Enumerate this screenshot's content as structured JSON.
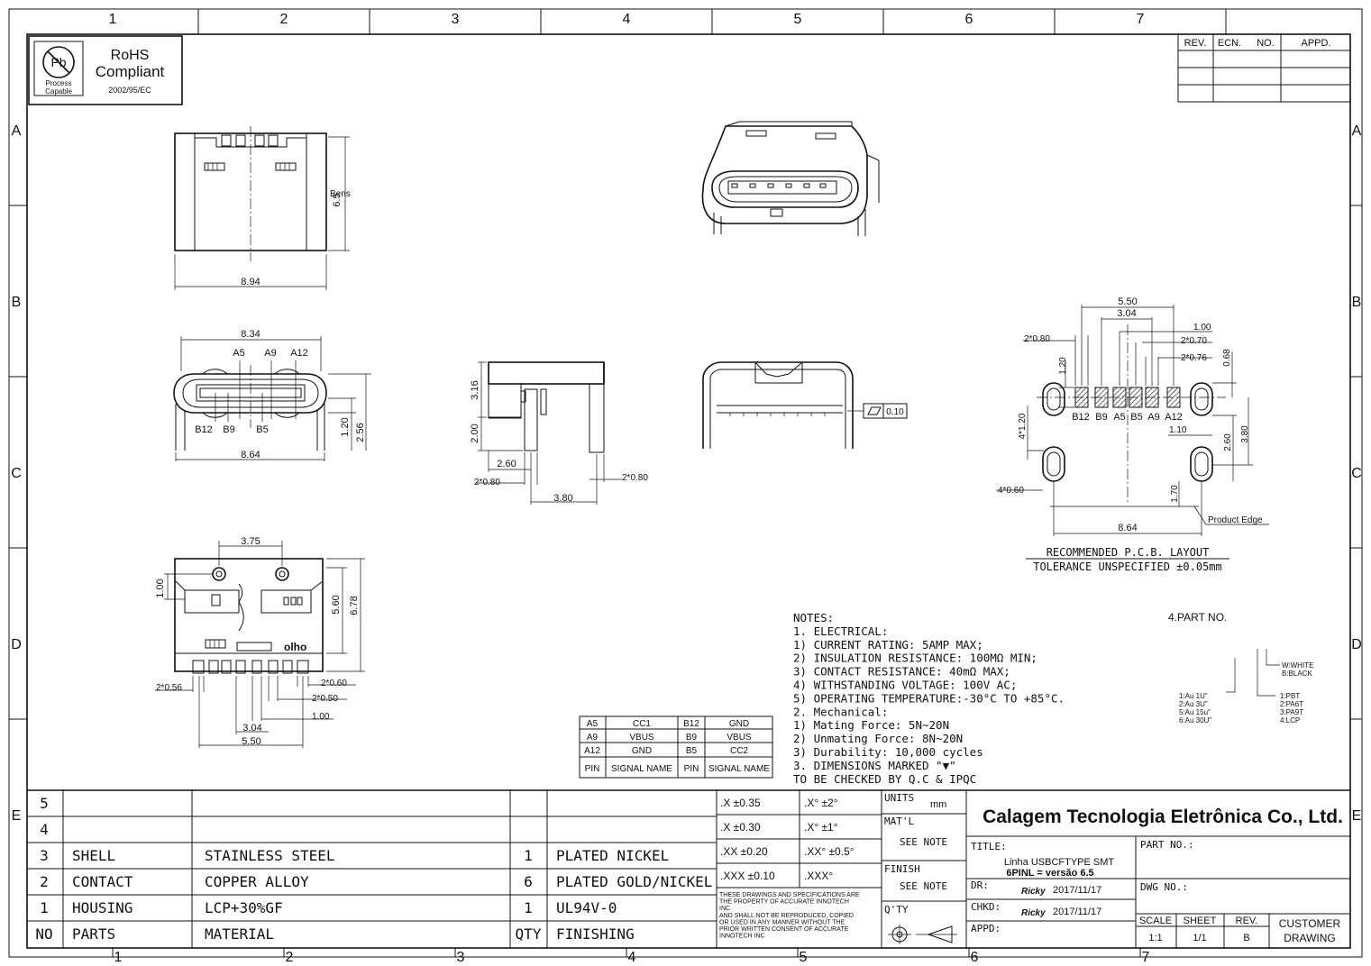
{
  "border": {
    "columns": [
      "1",
      "2",
      "3",
      "4",
      "5",
      "6",
      "7"
    ],
    "rows": [
      "A",
      "B",
      "C",
      "D",
      "E"
    ]
  },
  "rohs": {
    "line1": "RoHS",
    "line2": "Compliant",
    "directive": "2002/95/EC",
    "pb": "Pb",
    "process": "Process",
    "capable": "Capable"
  },
  "revision_table": {
    "headers": [
      "REV.",
      "ECN.",
      "NO.",
      "APPD."
    ]
  },
  "dims": {
    "top_width": "8.94",
    "top_height": "6.5",
    "top_bend": "Bens",
    "front_top": "8.34",
    "front_bottom": "8.64",
    "front_h1": "1.20",
    "front_h2": "2.56",
    "front_pins_top": [
      "A5",
      "A9",
      "A12"
    ],
    "front_pins_bottom": [
      "B12",
      "B9",
      "B5"
    ],
    "side_h1": "3.16",
    "side_h2": "2.00",
    "side_w1": "2.60",
    "side_w2": "3.80",
    "side_pin_l": "2*0.80",
    "side_pin_r": "2*0.80",
    "flatness": "0.10",
    "bottom_w1": "3.75",
    "bottom_h1": "1.00",
    "bottom_h2": "5.60",
    "bottom_h3": "6.78",
    "bottom_label": "olho",
    "bottom_p1": "2*0.56",
    "bottom_p2": "2*0.60",
    "bottom_p3": "2*0.50",
    "bottom_p4": "1.00",
    "bottom_p5": "3.04",
    "bottom_p6": "5.50"
  },
  "pcb": {
    "d550": "5.50",
    "d304": "3.04",
    "d100": "1.00",
    "d2x080": "2*0.80",
    "d2x070": "2*0.70",
    "d2x076": "2*0.76",
    "d120": "1.20",
    "d068": "0.68",
    "d4x120": "4*1.20",
    "d110": "1.10",
    "d260": "2.60",
    "d380": "3.80",
    "d4x060": "4*0.60",
    "d170": "1.70",
    "d864": "8.64",
    "product_edge": "Product Edge",
    "pins": [
      "B12",
      "B9",
      "A5",
      "B5",
      "A9",
      "A12"
    ],
    "title": "RECOMMENDED   P.C.B. LAYOUT",
    "tolerance": "TOLERANCE UNSPECIFIED ±0.05mm"
  },
  "pin_table": {
    "rows": [
      [
        "A5",
        "CC1",
        "B12",
        "GND"
      ],
      [
        "A9",
        "VBUS",
        "B9",
        "VBUS"
      ],
      [
        "A12",
        "GND",
        "B5",
        "CC2"
      ],
      [
        "PIN",
        "SIGNAL NAME",
        "PIN",
        "SIGNAL NAME"
      ]
    ]
  },
  "notes": {
    "lines": [
      "NOTES:",
      "1. ELECTRICAL:",
      "   1) CURRENT RATING: 5AMP MAX;",
      "   2) INSULATION RESISTANCE: 100MΩ MIN;",
      "   3) CONTACT RESISTANCE: 40mΩ MAX;",
      "   4) WITHSTANDING VOLTAGE: 100V AC;",
      "   5) OPERATING TEMPERATURE:-30°C TO +85°C.",
      "2. Mechanical:",
      "   1) Mating Force:  5N~20N",
      "   2) Unmating Force:  8N~20N",
      "   3) Durability: 10,000 cycles",
      "3. DIMENSIONS MARKED \"▼\"",
      "     TO BE CHECKED BY Q.C & IPQC"
    ]
  },
  "part_no": {
    "title": "4.PART NO.",
    "color_lines": [
      "W:WHITE",
      "B:BLACK"
    ],
    "plating_lines": [
      "1:Au 1U\"",
      "2:Au 3U\"",
      "5:Au 15u\"",
      "6:Au 30U\""
    ],
    "material_lines": [
      "1:PBT",
      "2:PA6T",
      "3:PA9T",
      "4:LCP"
    ]
  },
  "bom": {
    "rows": [
      [
        "5",
        "",
        "",
        "",
        ""
      ],
      [
        "4",
        "",
        "",
        "",
        ""
      ],
      [
        "3",
        "SHELL",
        "STAINLESS STEEL",
        "1",
        "PLATED NICKEL"
      ],
      [
        "2",
        "CONTACT",
        "COPPER ALLOY",
        "6",
        "PLATED GOLD/NICKEL"
      ],
      [
        "1",
        "HOUSING",
        "LCP+30%GF",
        "1",
        "UL94V-0"
      ],
      [
        "NO",
        "PARTS",
        "MATERIAL",
        "QTY",
        "FINISHING"
      ]
    ]
  },
  "tolerances": [
    [
      ".X  ±0.35",
      ".X° ±2°"
    ],
    [
      ".X ±0.30",
      ".X° ±1°"
    ],
    [
      ".XX ±0.20",
      ".XX° ±0.5°"
    ],
    [
      ".XXX ±0.10",
      ".XXX°"
    ]
  ],
  "disclaimer": [
    "THESE DRAWINGS AND SPECIFICATIONS ARE",
    "THE PROPERTY OF ACCURATE INNOTECH",
    "INC",
    "AND SHALL NOT BE REPRODUCED, COPIED",
    "OR USED IN ANY MANNER WITHOUT THE",
    "PRIOR WRITTEN CONSENT OF  ACCURATE",
    "INNOTECH INC"
  ],
  "title_block": {
    "units_label": "UNITS",
    "units": "mm",
    "matl_label": "MAT'L",
    "matl": "SEE NOTE",
    "finish_label": "FINISH",
    "finish": "SEE NOTE",
    "qty_label": "Q'TY",
    "company": "Calagem Tecnologia Eletrônica Co., Ltd.",
    "title_label": "TITLE:",
    "title_line1": "Linha USBCFTYPE SMT",
    "title_line2": "6PINL = versão 6.5",
    "part_no_label": "PART NO.:",
    "dr_label": "DR:",
    "dr_name": "Ricky",
    "dr_date": "2017/11/17",
    "dwg_label": "DWG NO.:",
    "chkd_label": "CHKD:",
    "chkd_name": "Ricky",
    "chkd_date": "2017/11/17",
    "appd_label": "APPD:",
    "scale_label": "SCALE",
    "sheet_label": "SHEET",
    "rev_label": "REV.",
    "scale": "1:1",
    "sheet": "1/1",
    "rev": "B",
    "customer1": "CUSTOMER",
    "customer2": "DRAWING"
  }
}
